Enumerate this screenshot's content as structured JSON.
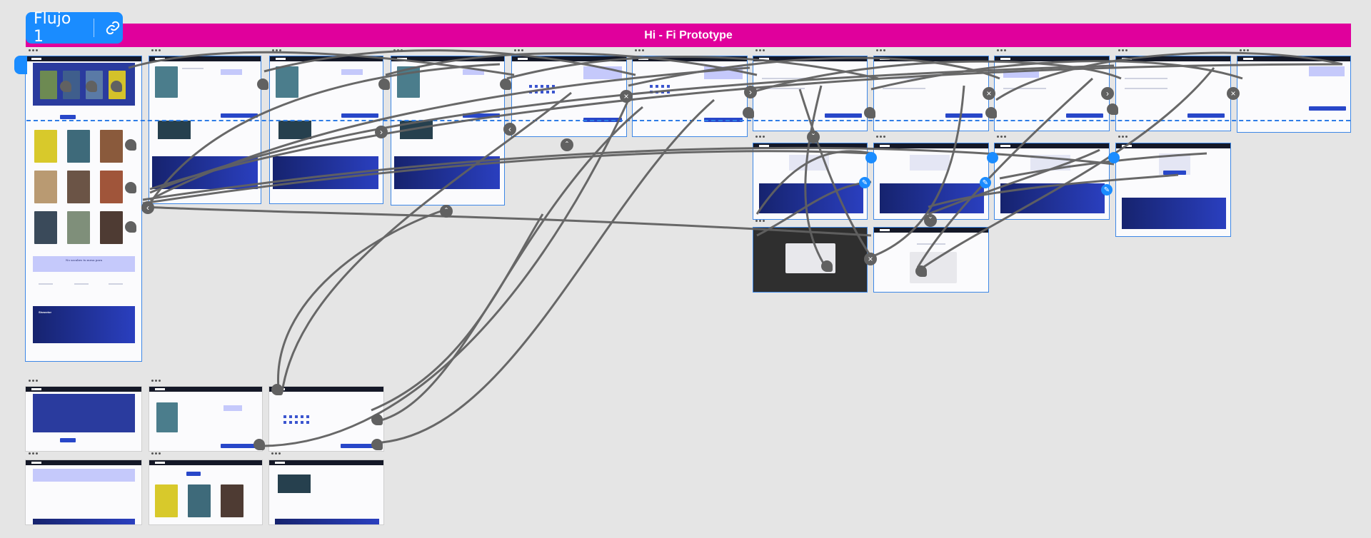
{
  "flow": {
    "name": "Flujo 1",
    "link_icon": "link-icon"
  },
  "section": {
    "title": "Hi - Fi Prototype"
  },
  "screen_text": {
    "brand": "Showvior",
    "banner": "No sacabes tu mesa para"
  },
  "colors": {
    "section": "#e0009c",
    "flow": "#1a8cff",
    "selection": "#3d87e6",
    "connector": "#616161",
    "canvas": "#e5e5e5"
  }
}
